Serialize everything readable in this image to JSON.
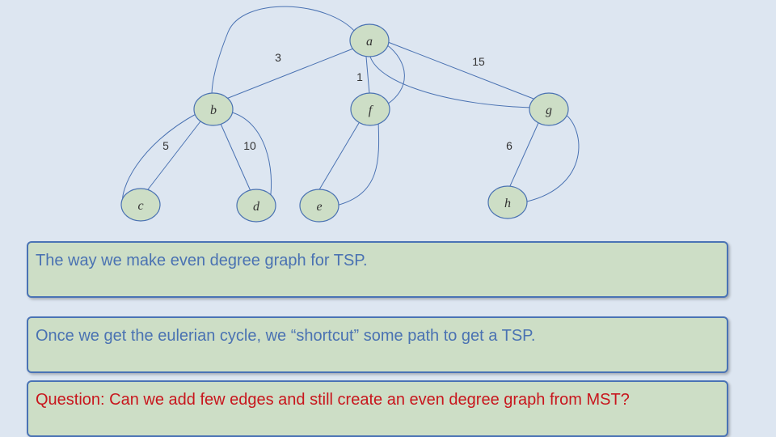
{
  "graph": {
    "nodes": [
      {
        "id": "a",
        "label": "a"
      },
      {
        "id": "b",
        "label": "b"
      },
      {
        "id": "f",
        "label": "f"
      },
      {
        "id": "g",
        "label": "g"
      },
      {
        "id": "c",
        "label": "c"
      },
      {
        "id": "d",
        "label": "d"
      },
      {
        "id": "e",
        "label": "e"
      },
      {
        "id": "h",
        "label": "h"
      }
    ],
    "edge_labels": {
      "ab": "3",
      "af": "1",
      "ag": "15",
      "bc": "5",
      "bd": "10",
      "gh": "6"
    },
    "colors": {
      "node_fill": "#cddec6",
      "node_stroke": "#4a72b2",
      "edge": "#4a72b2",
      "text": "#333333"
    }
  },
  "boxes": {
    "box1": "The way we make even degree graph for TSP.",
    "box2": "Once we get the eulerian cycle, we “shortcut” some path to get a TSP.",
    "box3": "Question: Can we add few edges and still create an even degree graph from MST?"
  }
}
